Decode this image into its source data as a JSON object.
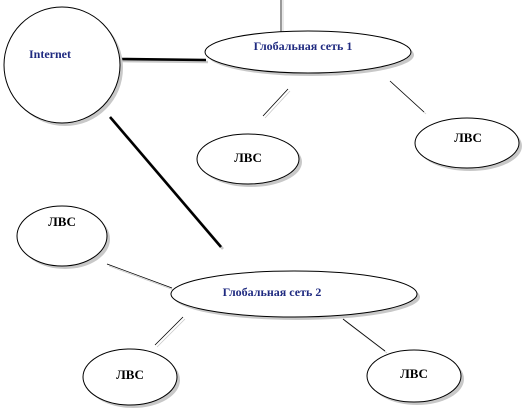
{
  "diagram": {
    "colors": {
      "label_blue": "#1f2a80",
      "stroke": "#000000",
      "shadow": "#c8c8c8"
    },
    "nodes": {
      "internet": {
        "label": "Internet"
      },
      "global1": {
        "label": "Глобальная сеть 1"
      },
      "global2": {
        "label": "Глобальная сеть 2"
      },
      "lan1": {
        "label": "ЛВС"
      },
      "lan2": {
        "label": "ЛВС"
      },
      "lan3": {
        "label": "ЛВС"
      },
      "lan4": {
        "label": "ЛВС"
      },
      "lan5": {
        "label": "ЛВС"
      }
    },
    "edges": [
      {
        "from": "internet",
        "to": "global1",
        "style": "thick"
      },
      {
        "from": "internet",
        "to": "global2",
        "style": "thick"
      },
      {
        "from": "global1",
        "to": "lan1",
        "style": "thin"
      },
      {
        "from": "global1",
        "to": "lan2",
        "style": "thin"
      },
      {
        "from": "global2",
        "to": "lan3",
        "style": "thin"
      },
      {
        "from": "global2",
        "to": "lan4",
        "style": "thin"
      },
      {
        "from": "global2",
        "to": "lan5",
        "style": "thin"
      }
    ]
  }
}
